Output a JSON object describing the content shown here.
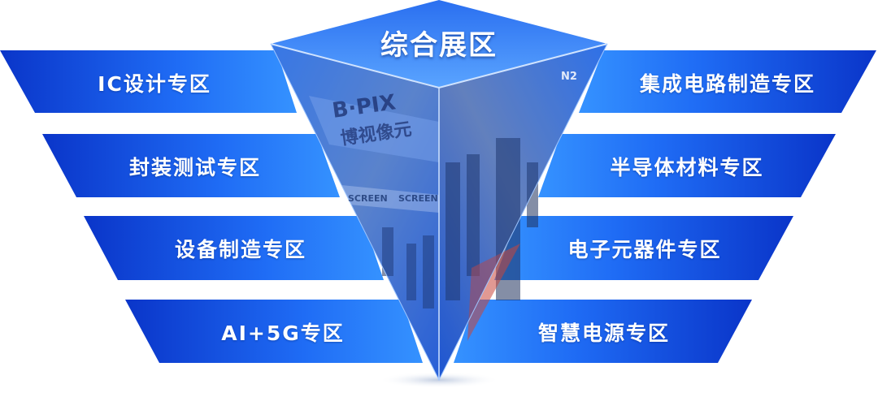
{
  "center_title": "综合展区",
  "left_zones": [
    {
      "label": "IC设计专区"
    },
    {
      "label": "封装测试专区"
    },
    {
      "label": "设备制造专区"
    },
    {
      "label": "AI+5G专区"
    }
  ],
  "right_zones": [
    {
      "label": "集成电路制造专区"
    },
    {
      "label": "半导体材料专区"
    },
    {
      "label": "电子元器件专区"
    },
    {
      "label": "智慧电源专区"
    }
  ],
  "photo_signage": {
    "booth_logo": "B·PIX",
    "booth_name": "博视像元",
    "screen_brand": "SCREEN",
    "hall_sign": "N2"
  },
  "colors": {
    "bar_dark": "#0b3fd6",
    "bar_light": "#2f8bff",
    "pyramid_top": "#3d8cff",
    "photo_overlay": "#1e5fe0"
  }
}
